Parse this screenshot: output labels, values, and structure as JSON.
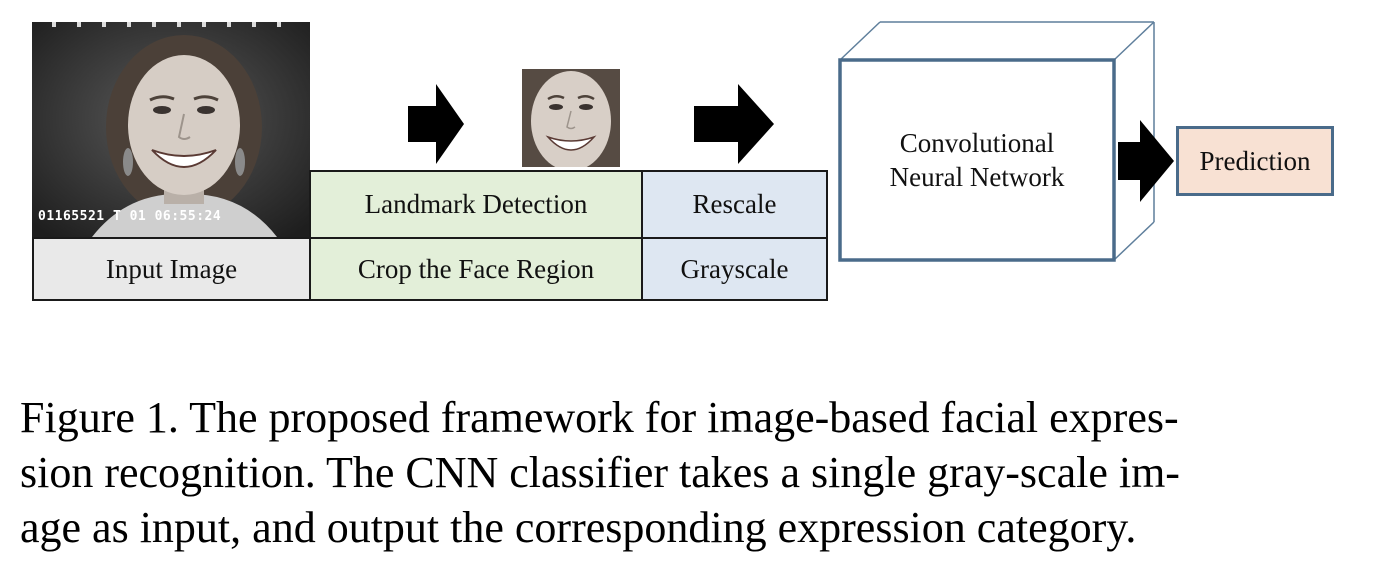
{
  "figure": {
    "input_photo_overlay": "01165521 T 01 06:55:24",
    "stages": {
      "input": {
        "bottom_label": "Input Image"
      },
      "landmark": {
        "top_label": "Landmark Detection",
        "bottom_label": "Crop the Face Region"
      },
      "rescale": {
        "top_label": "Rescale",
        "bottom_label": "Grayscale"
      },
      "cnn": {
        "line1": "Convolutional",
        "line2": "Neural Network"
      },
      "prediction": {
        "label": "Prediction"
      }
    },
    "colors": {
      "input_fill": "#e9e9e9",
      "landmark_fill": "#e3efd9",
      "rescale_fill": "#dee7f2",
      "cnn_border": "#4a6b8a",
      "prediction_fill": "#f8e1d3",
      "prediction_border": "#4a6b8a"
    }
  },
  "caption": {
    "line1": "Figure 1. The proposed framework for image-based facial expres-",
    "line2": "sion recognition. The CNN classifier takes a single gray-scale im-",
    "line3": "age as input, and output the corresponding expression category."
  }
}
